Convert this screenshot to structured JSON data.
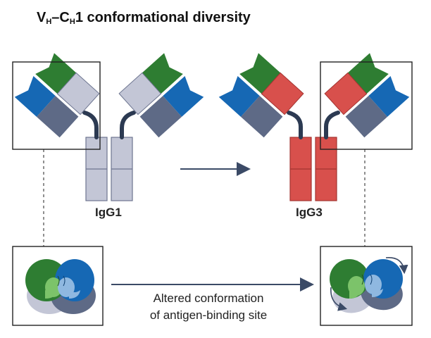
{
  "title": {
    "v": "V",
    "v_sub": "H",
    "dash": "–C",
    "c_sub": "H",
    "rest": "1 conformational diversity"
  },
  "antibodies": [
    {
      "label": "IgG1",
      "hinge_color": "#c3c6d6"
    },
    {
      "label": "IgG3",
      "hinge_color": "#d8504c"
    }
  ],
  "caption": {
    "line1": "Altered conformation",
    "line2": "of antigen-binding site"
  },
  "colors": {
    "vh_green": "#2e7d32",
    "vl_blue": "#1668b4",
    "ch1_grey": "#c3c6d6",
    "cl_slate": "#5e6a86",
    "ch1_red": "#d8504c",
    "linker": "#2c3a52",
    "arrow": "#3b4a66"
  }
}
